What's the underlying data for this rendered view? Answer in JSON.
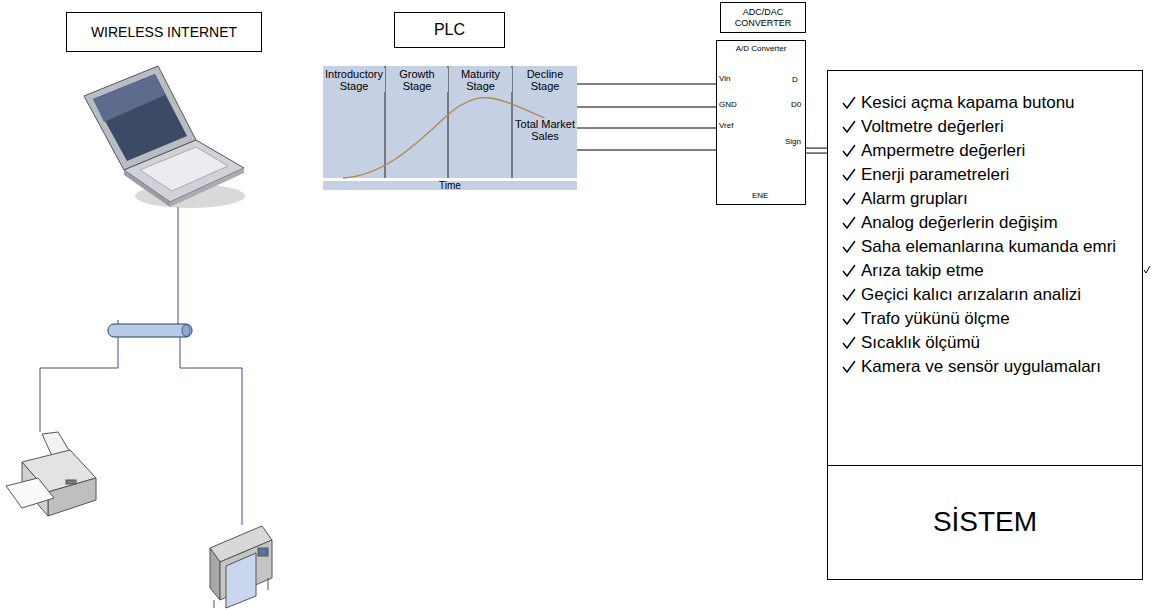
{
  "diagram": {
    "nodes": [
      {
        "text": [
          "WIRELESS INTERNET"
        ]
      },
      {
        "text": [
          "PLC"
        ]
      },
      {
        "text": [
          "ADC/DAC CONVERTER"
        ]
      },
      {
        "text": [
          "A/D Converter"
        ]
      },
      {
        "text": [
          "Kesici açma kapama butonu",
          "Voltmetre değerleri",
          "Ampermetre değerleri",
          "Enerji parametreleri",
          "Alarm grupları",
          "Analog değerlerin değişim",
          "Saha elemanlarına kumanda emri",
          "Arıza takip etme",
          "Geçici kalıcı arızaların analizi",
          "Trafo yükünü ölçme",
          "Sıcaklık ölçümü",
          "Kamera ve sensör uygulamaları"
        ]
      },
      {
        "text": [
          "SİSTEM"
        ],
        "in": 4
      }
    ],
    "edges": [
      {
        "from": 3,
        "to": 4,
        "arrow": "none"
      }
    ],
    "labels": [
      "Introductory Stage",
      "Growth Stage",
      "Maturity Stage",
      "Decline Stage",
      "Total Market Sales",
      "Time",
      "Vin",
      "GND",
      "Vref",
      "D",
      "D0",
      "Sign",
      "ENE"
    ]
  }
}
